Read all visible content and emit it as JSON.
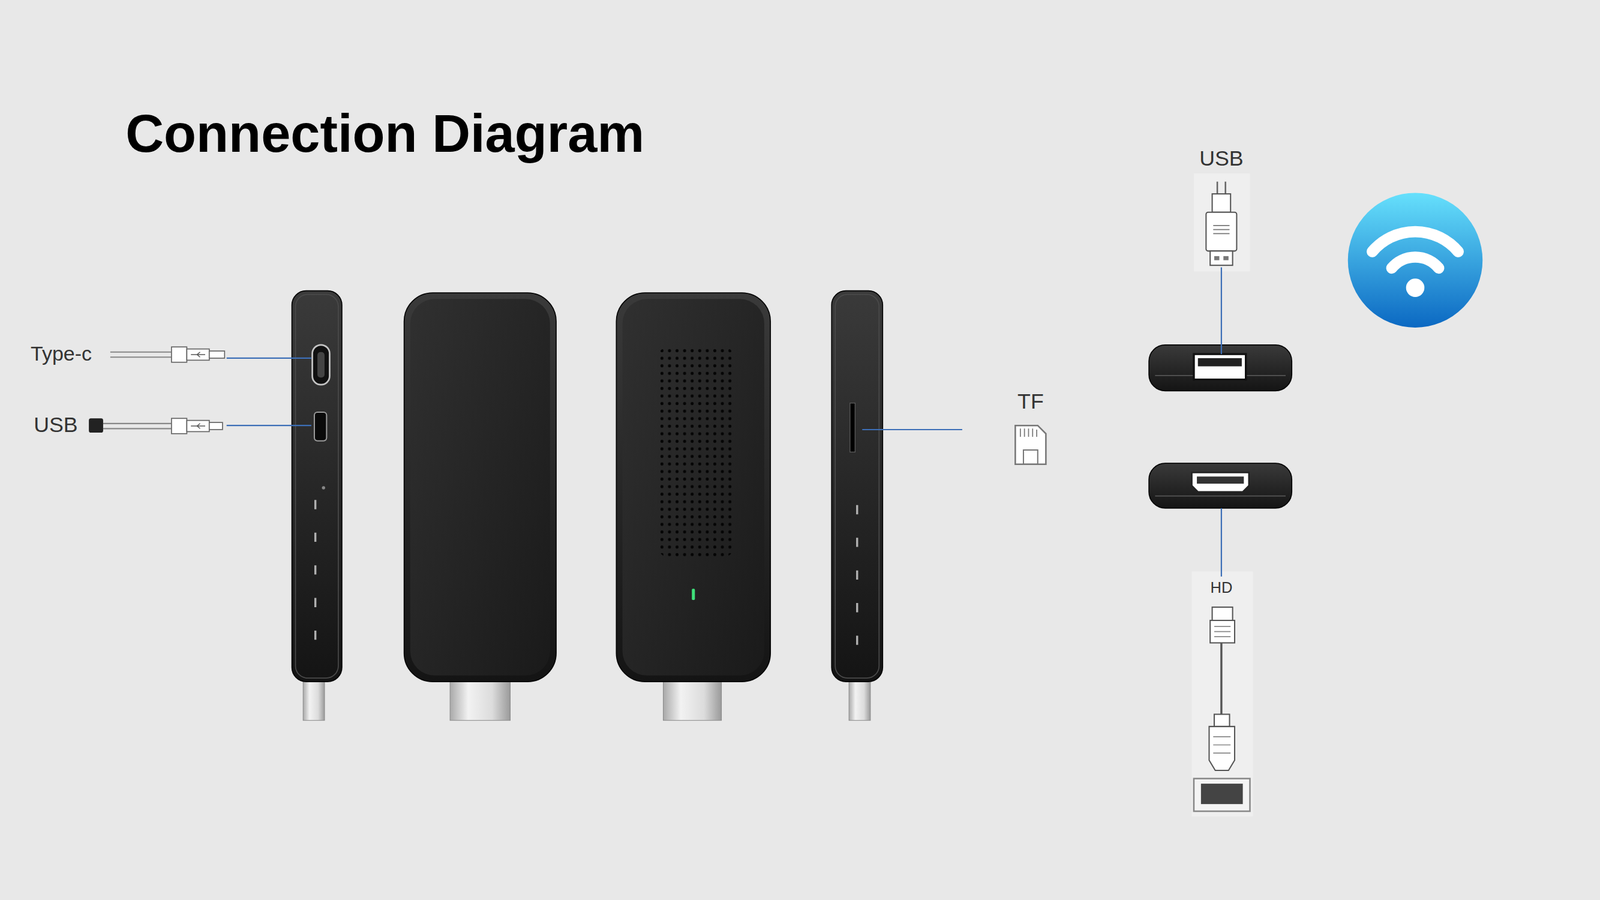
{
  "diagram": {
    "title": "Connection Diagram",
    "labels": [
      "Type-c",
      "USB",
      "TF",
      "USB",
      "HD"
    ]
  }
}
